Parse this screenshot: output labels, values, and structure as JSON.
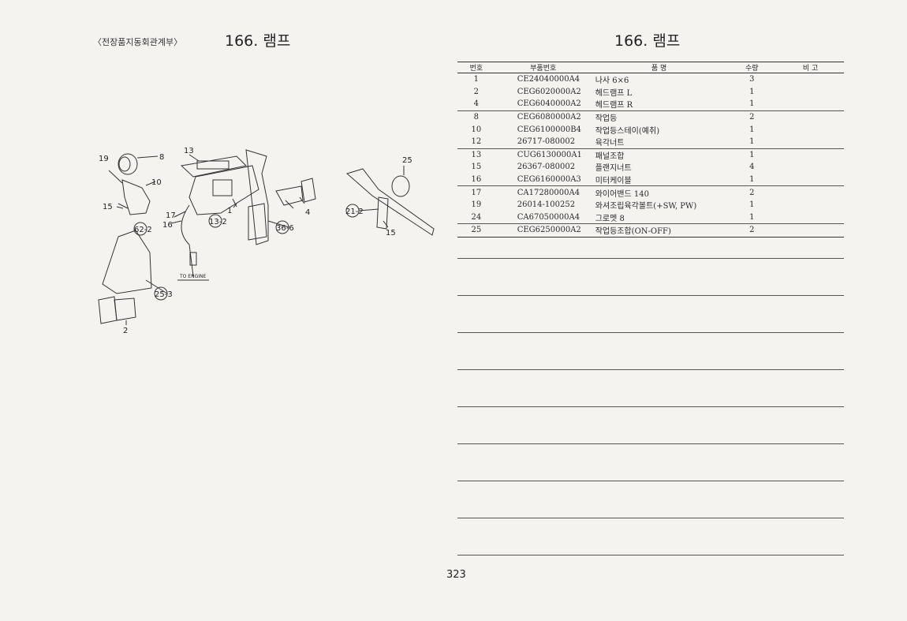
{
  "header": {
    "left_caption": "〈전장품지동회관계부〉",
    "left_title": "166. 램프",
    "right_title": "166. 램프"
  },
  "table": {
    "columns": [
      "번호",
      "부품번호",
      "품   명",
      "수량",
      "비  고"
    ],
    "rows": [
      {
        "no": "1",
        "part": "CE24040000A4",
        "name": "나사 6×6",
        "qty": "3",
        "note": ""
      },
      {
        "no": "2",
        "part": "CEG6020000A2",
        "name": "헤드램프 L",
        "qty": "1",
        "note": ""
      },
      {
        "no": "4",
        "part": "CEG6040000A2",
        "name": "헤드램프 R",
        "qty": "1",
        "note": ""
      },
      {
        "no": "8",
        "part": "CEG6080000A2",
        "name": "작업등",
        "qty": "2",
        "note": ""
      },
      {
        "no": "10",
        "part": "CEG6100000B4",
        "name": "작업등스테이(예취)",
        "qty": "1",
        "note": ""
      },
      {
        "no": "12",
        "part": "26717-080002",
        "name": "육각너트",
        "qty": "1",
        "note": ""
      },
      {
        "no": "13",
        "part": "CUG6130000A1",
        "name": "패널조합",
        "qty": "1",
        "note": ""
      },
      {
        "no": "15",
        "part": "26367-080002",
        "name": "플랜지너트",
        "qty": "4",
        "note": ""
      },
      {
        "no": "16",
        "part": "CEG6160000A3",
        "name": "미터케이블",
        "qty": "1",
        "note": ""
      },
      {
        "no": "17",
        "part": "CA17280000A4",
        "name": "와이어밴드 140",
        "qty": "2",
        "note": ""
      },
      {
        "no": "19",
        "part": "26014-100252",
        "name": "와셔조립육각볼트(+SW, PW)",
        "qty": "1",
        "note": ""
      },
      {
        "no": "24",
        "part": "CA67050000A4",
        "name": "그로멧 8",
        "qty": "1",
        "note": ""
      },
      {
        "no": "25",
        "part": "CEG6250000A2",
        "name": "작업등조합(ON-OFF)",
        "qty": "2",
        "note": ""
      }
    ]
  },
  "diagram": {
    "callouts": [
      "19",
      "8",
      "10",
      "15",
      "62-2",
      "13",
      "17",
      "16",
      "13-2",
      "1",
      "36-6",
      "4",
      "25",
      "21-2",
      "15",
      "25-3",
      "2"
    ],
    "engine_label": "TO ENGINE"
  },
  "footer": {
    "page_number": "323"
  }
}
